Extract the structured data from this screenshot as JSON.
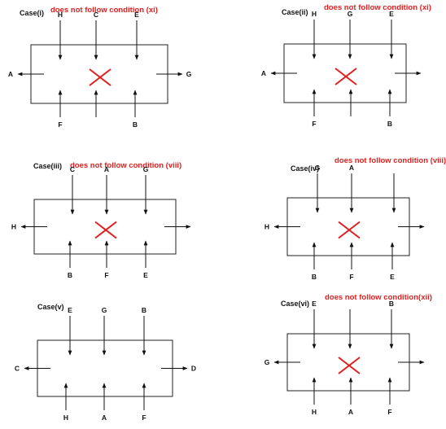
{
  "colors": {
    "line": "#111111",
    "cross": "#e02020",
    "note": "#e02020"
  },
  "cases": [
    {
      "title": "Case(i)",
      "note": "does not follow condition (xi)",
      "top": [
        "H",
        "C",
        "E"
      ],
      "bottom": [
        "F",
        "",
        "B"
      ],
      "left": "A",
      "right": "G",
      "crossed": true
    },
    {
      "title": "Case(ii)",
      "note": "does not follow condition (xi)",
      "top": [
        "H",
        "G",
        "E"
      ],
      "bottom": [
        "F",
        "",
        "B"
      ],
      "left": "A",
      "right": "",
      "crossed": true
    },
    {
      "title": "Case(iii)",
      "note": "does not follow condition (viii)",
      "top": [
        "C",
        "A",
        "G"
      ],
      "bottom": [
        "B",
        "F",
        "E"
      ],
      "left": "H",
      "right": "",
      "crossed": true
    },
    {
      "title": "Case(iv)",
      "note": "does not follow condition (viii)",
      "top": [
        "G",
        "A",
        ""
      ],
      "bottom": [
        "B",
        "F",
        "E"
      ],
      "left": "H",
      "right": "",
      "crossed": true
    },
    {
      "title": "Case(v)",
      "note": "",
      "top": [
        "E",
        "G",
        "B"
      ],
      "bottom": [
        "H",
        "A",
        "F"
      ],
      "left": "C",
      "right": "D",
      "crossed": false
    },
    {
      "title": "Case(vi)",
      "note": "does not follow condition(xii)",
      "top": [
        "E",
        "",
        "B"
      ],
      "bottom": [
        "H",
        "A",
        "F"
      ],
      "left": "G",
      "right": "",
      "crossed": true
    }
  ]
}
